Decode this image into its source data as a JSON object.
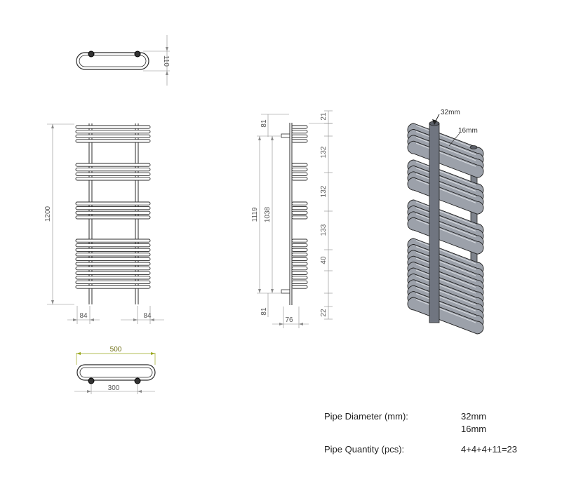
{
  "top_view": {
    "height_dim": "110"
  },
  "front_view": {
    "height_dim": "1200",
    "left_offset_dim": "84",
    "right_offset_dim": "84"
  },
  "side_view": {
    "top_dim": "21",
    "top_gap_dim": "81",
    "outer_height_dim": "1119",
    "inner_height_dim": "1038",
    "section_dims": [
      "132",
      "132",
      "133",
      "40"
    ],
    "bottom_gap_dim": "81",
    "bottom_dim": "22",
    "depth_dim": "76"
  },
  "bottom_view": {
    "width_dim": "500",
    "center_dim": "300"
  },
  "iso_view": {
    "label_large_pipe": "32mm",
    "label_small_pipe": "16mm"
  },
  "specs": {
    "diameter_label": "Pipe Diameter (mm):",
    "diameter_value_1": "32mm",
    "diameter_value_2": "16mm",
    "quantity_label": "Pipe Quantity (pcs):",
    "quantity_value": "4+4+4+11=23"
  },
  "colors": {
    "line": "#2b2b2b",
    "dim": "#8a8a8a",
    "accent": "#9aa81e",
    "pipe_fill": "#8d929c"
  }
}
